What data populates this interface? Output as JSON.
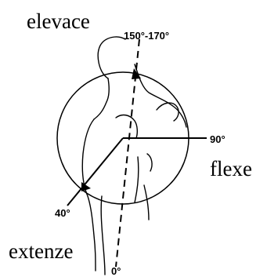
{
  "labels": {
    "elevation": "elevace",
    "flexion": "flexe",
    "extension": "extenze"
  },
  "angles": {
    "elevation_range": "150°-170°",
    "horizontal": "90°",
    "extension": "40°",
    "zero": "0°"
  }
}
